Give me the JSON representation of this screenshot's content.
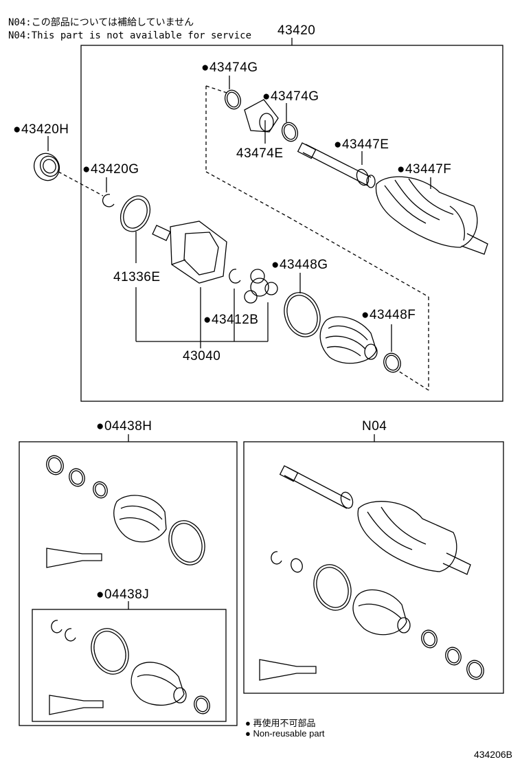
{
  "notes": {
    "jp": "N04:この部品については補給していません",
    "en": "N04:This part is not available for service"
  },
  "labels": {
    "assembly": "43420",
    "p43474G_top": "●43474G",
    "p43474G_mid": "●43474G",
    "p43474E": "43474E",
    "p43447E": "●43447E",
    "p43447F": "●43447F",
    "p43420H": "●43420H",
    "p43420G": "●43420G",
    "p41336E": "41336E",
    "p43448G": "●43448G",
    "p43412B": "●43412B",
    "p43448F": "●43448F",
    "p43040": "43040",
    "kit04438H": "●04438H",
    "kit04438J": "●04438J",
    "n04": "N04"
  },
  "legend": {
    "jp": "● 再使用不可部品",
    "en": "● Non-reusable part"
  },
  "figure_code": "434206B"
}
